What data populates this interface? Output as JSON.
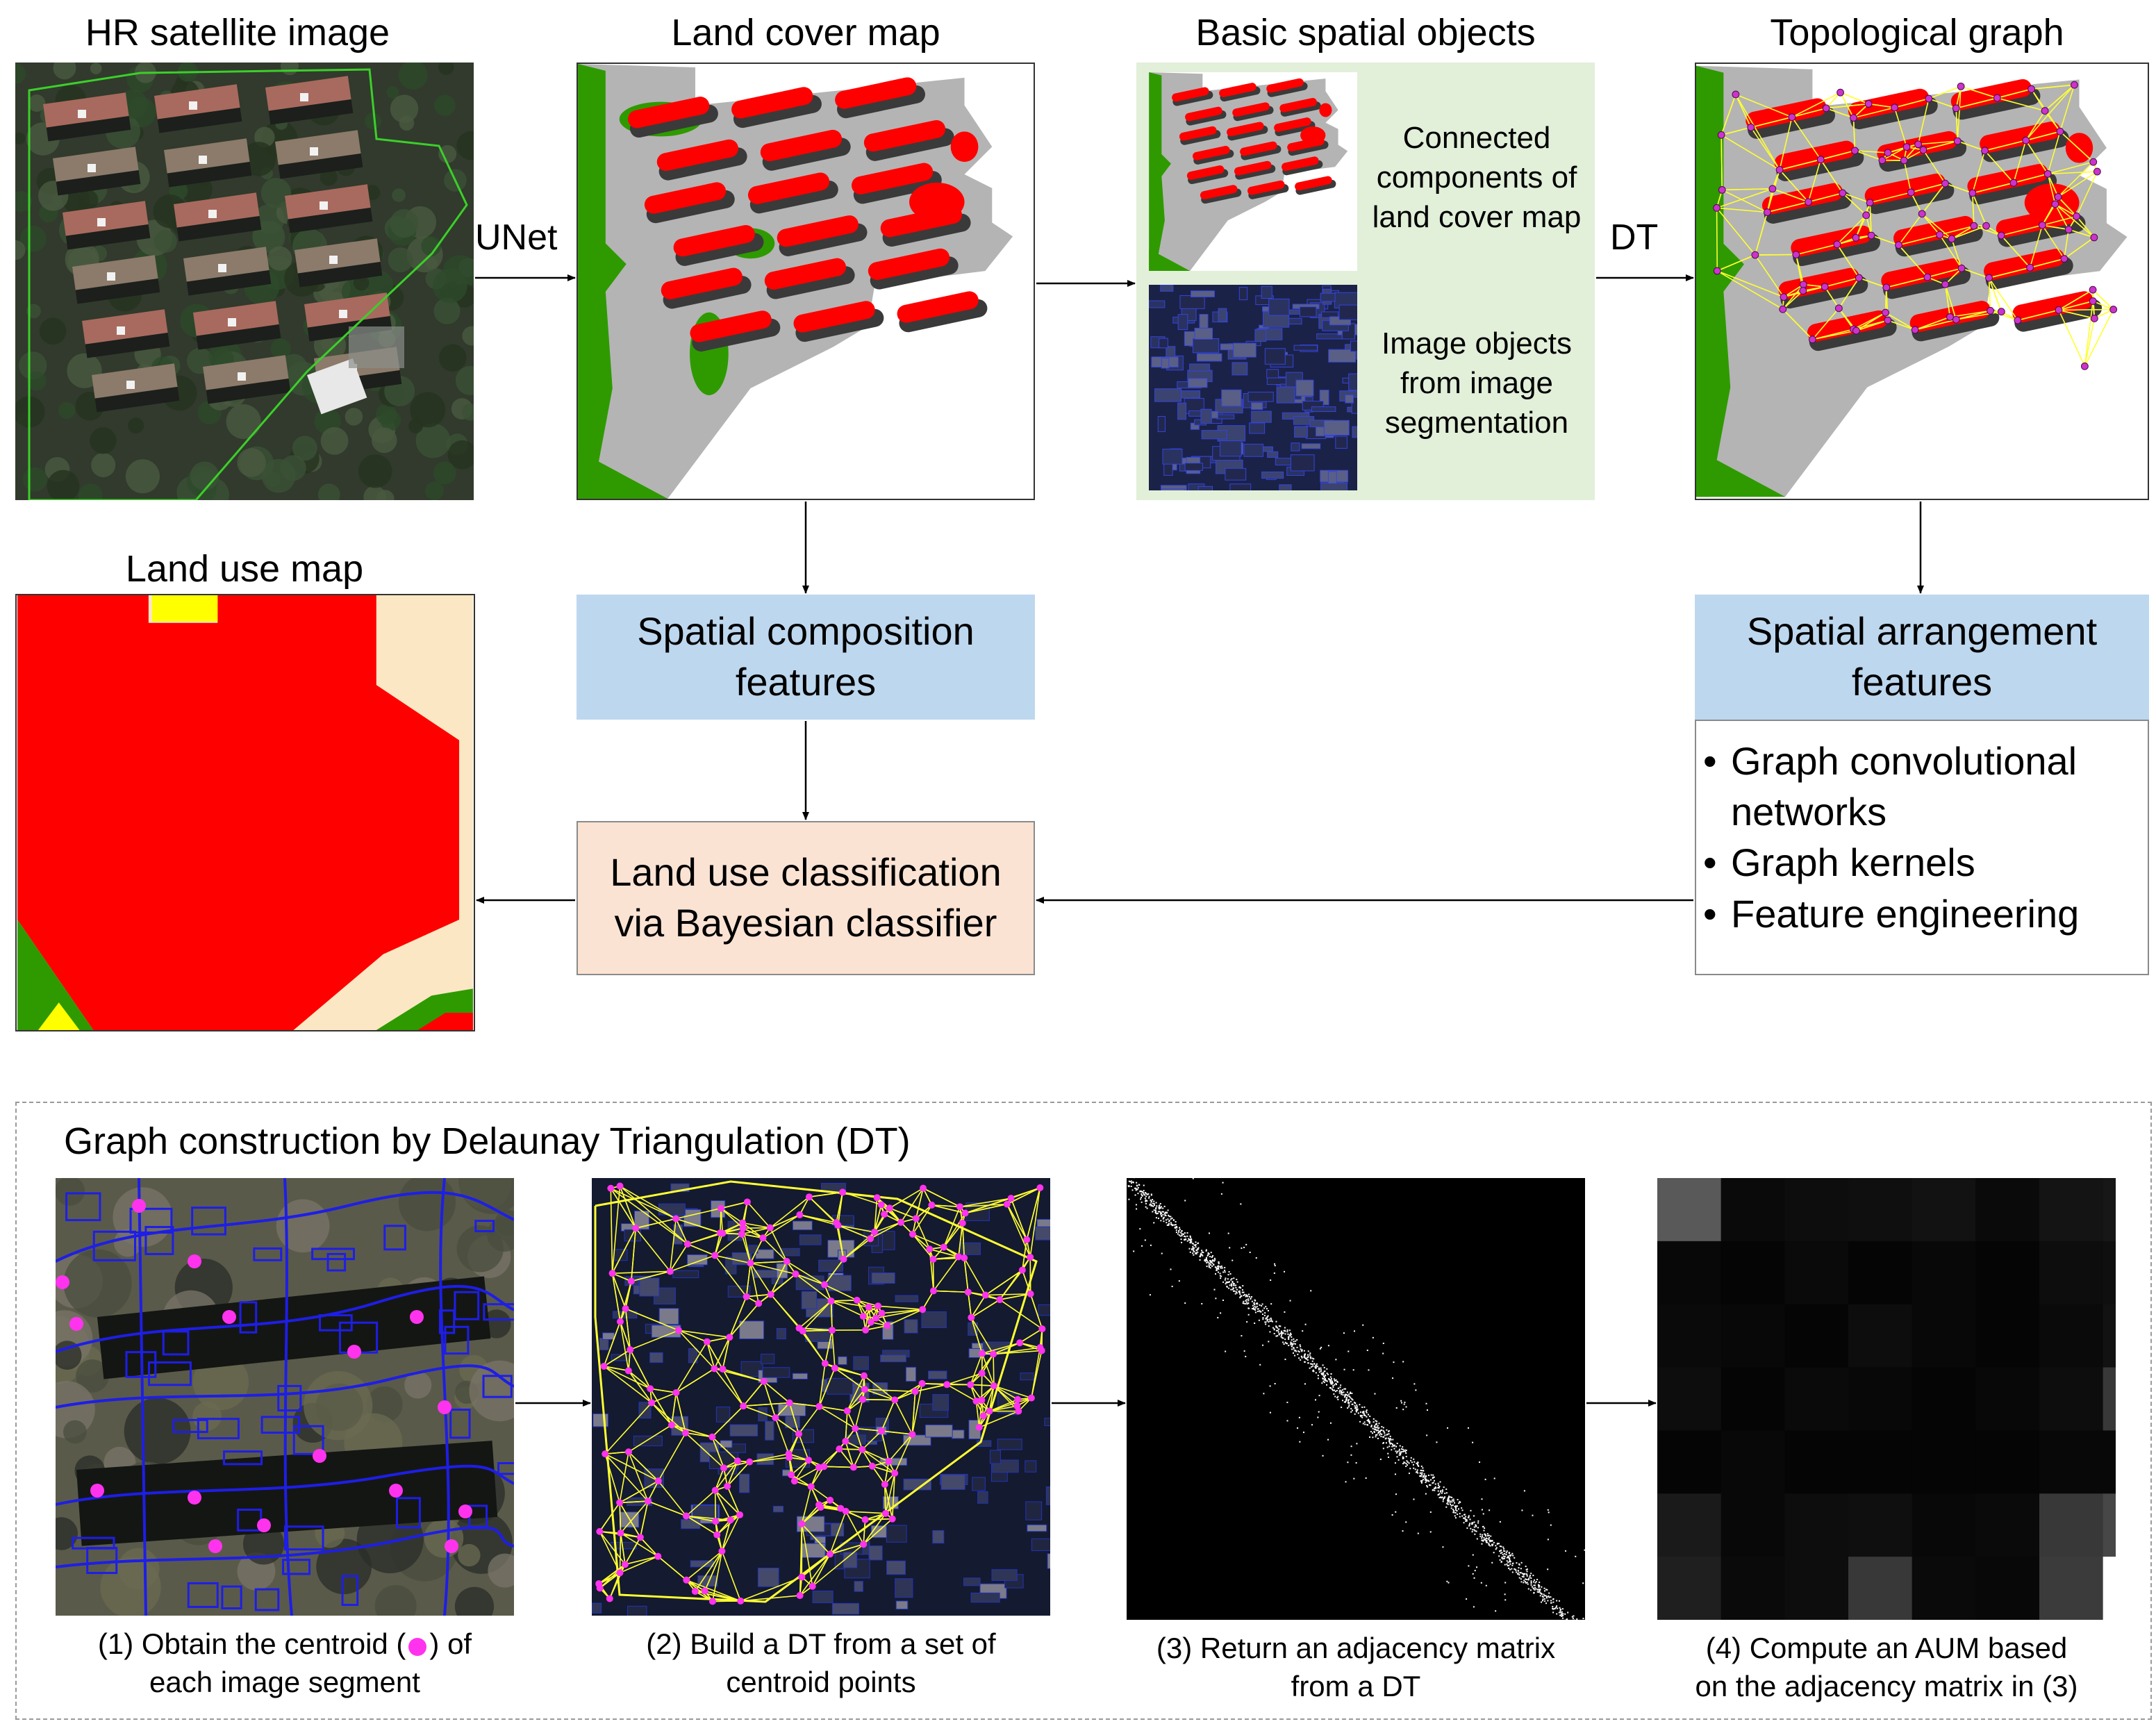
{
  "titles": {
    "hr": "HR satellite image",
    "landcover": "Land cover map",
    "basic": "Basic spatial objects",
    "topo": "Topological graph",
    "landuse": "Land use map"
  },
  "arrow_labels": {
    "unet": "UNet",
    "dt": "DT"
  },
  "basic_objects": {
    "cc_text": [
      "Connected",
      "components of",
      "land cover map"
    ],
    "io_text": [
      "Image objects",
      "from image",
      "segmentation"
    ]
  },
  "boxes": {
    "composition": [
      "Spatial composition",
      "features"
    ],
    "arrangement": [
      "Spatial arrangement",
      "features"
    ],
    "classification": [
      "Land use classification",
      "via Bayesian classifier"
    ]
  },
  "methods": [
    "Graph convolutional",
    "networks",
    "Graph kernels",
    "Feature engineering"
  ],
  "graph_section": {
    "title": "Graph construction by Delaunay Triangulation (DT)",
    "captions": {
      "c1a": "(1) Obtain the centroid (",
      "c1b": ") of",
      "c1c": "each image segment",
      "c2a": "(2)  Build a DT from a set of",
      "c2b": "centroid points",
      "c3a": "(3) Return an adjacency matrix",
      "c3b": "from a DT",
      "c4a": "(4) Compute an AUM based",
      "c4b": "on the adjacency matrix in (3)"
    }
  },
  "colors": {
    "building": "#ff0000",
    "road": "#3a3a3a",
    "impervious": "#b4b4b4",
    "vegetation": "#2e9a00",
    "water": "#1f5fd0",
    "node": "#cc33cc",
    "edge": "#ffff33",
    "blue_box": "#bdd7ee",
    "peach_box": "#fbe3d4",
    "green_panel": "#e2efd9",
    "landuse_bg": "#fbe7c3",
    "landuse_yellow": "#ffff00"
  }
}
